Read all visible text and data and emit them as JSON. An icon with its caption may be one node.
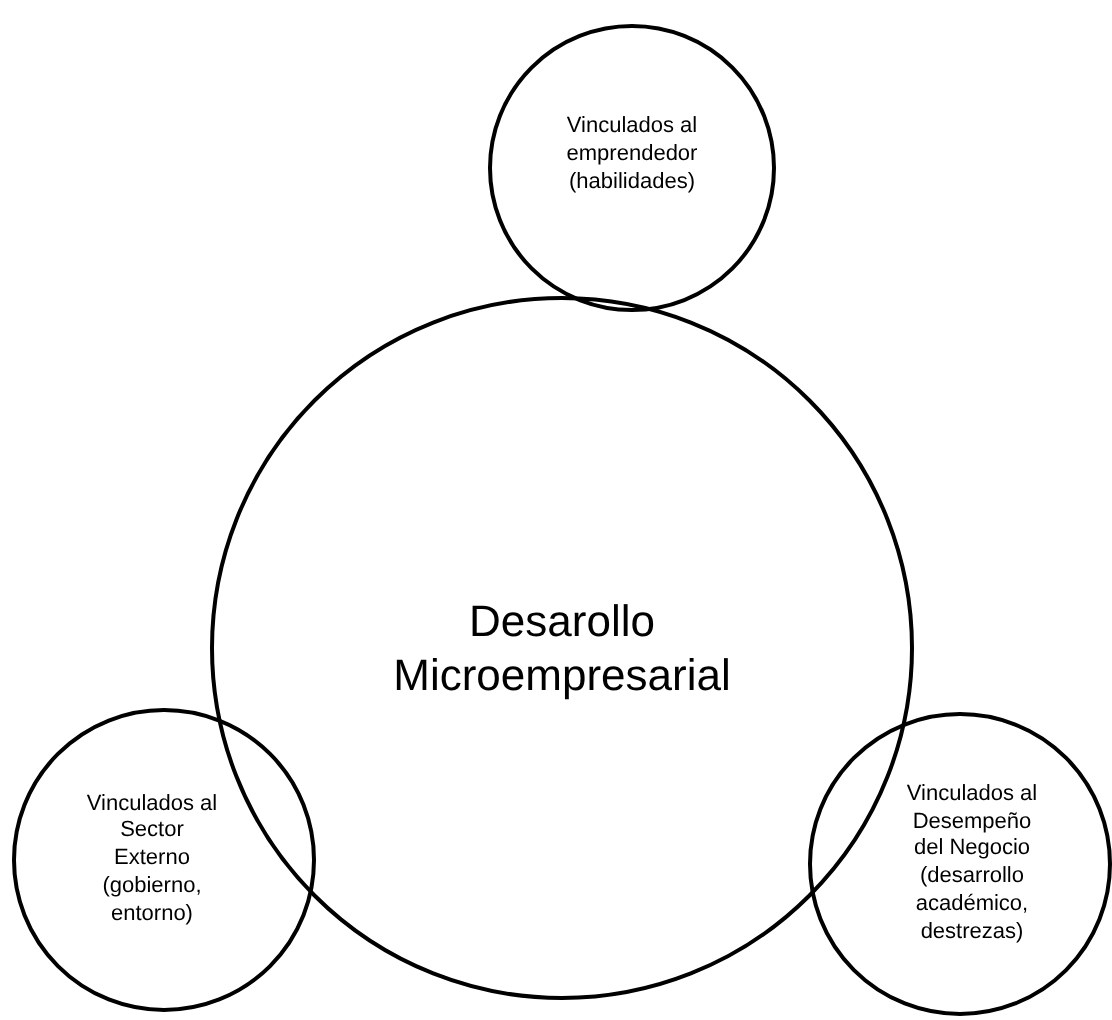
{
  "diagram": {
    "nodes": [
      {
        "text": [
          "Vinculados al emprendedor (habilidades)"
        ]
      },
      {
        "text": [
          "Desarollo Microempresarial"
        ]
      },
      {
        "text": [
          "Vinculados al Sector Externo (gobierno, entorno)"
        ]
      },
      {
        "text": [
          "Vinculados al Desempeño del Negocio (desarrollo académico, destrezas)"
        ]
      }
    ]
  }
}
